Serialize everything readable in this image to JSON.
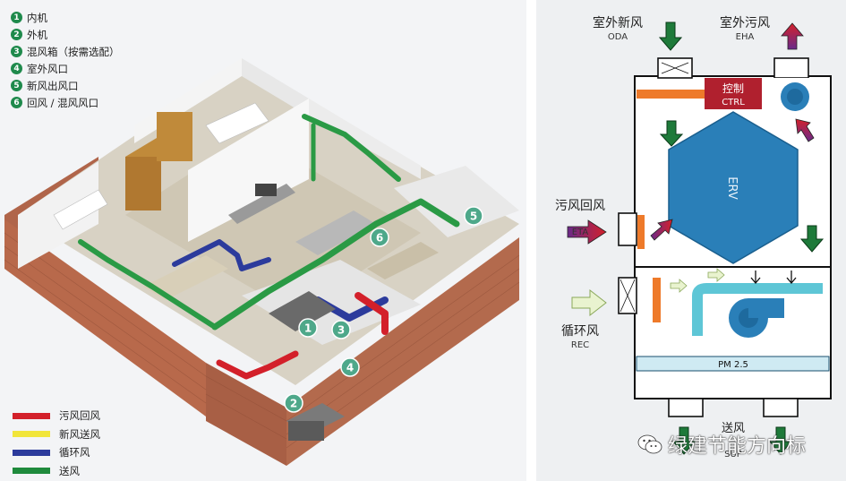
{
  "left": {
    "numbered_legend": [
      {
        "num": "1",
        "label": "内机"
      },
      {
        "num": "2",
        "label": "外机"
      },
      {
        "num": "3",
        "label": "混风箱（按需选配）"
      },
      {
        "num": "4",
        "label": "室外风口"
      },
      {
        "num": "5",
        "label": "新风出风口"
      },
      {
        "num": "6",
        "label": "回风 / 混风风口"
      }
    ],
    "color_legend": [
      {
        "label": "污风回风",
        "color": "#d3202a"
      },
      {
        "label": "新风送风",
        "color": "#f1e53a"
      },
      {
        "label": "循环风",
        "color": "#2c3b9c"
      },
      {
        "label": "送风",
        "color": "#1f8a3c"
      }
    ],
    "markers": [
      "1",
      "2",
      "3",
      "4",
      "5",
      "6"
    ]
  },
  "right": {
    "oda": {
      "cn": "室外新风",
      "en": "ODA"
    },
    "eha": {
      "cn": "室外污风",
      "en": "EHA"
    },
    "eta": {
      "cn": "污风回风",
      "en": "ETA"
    },
    "rec": {
      "cn": "循环风",
      "en": "REC"
    },
    "ctrl": {
      "cn": "控制",
      "en": "CTRL"
    },
    "erv": "ERV",
    "pm": "PM 2.5",
    "sup": "SUP",
    "sup_cn": "送风"
  },
  "watermark": "绿建节能方向标",
  "colors": {
    "green_arrow": "#1e7a3a",
    "unit_blue": "#2a7fb8",
    "ctrl_red": "#b0202e",
    "brick": "#b56a4a"
  }
}
